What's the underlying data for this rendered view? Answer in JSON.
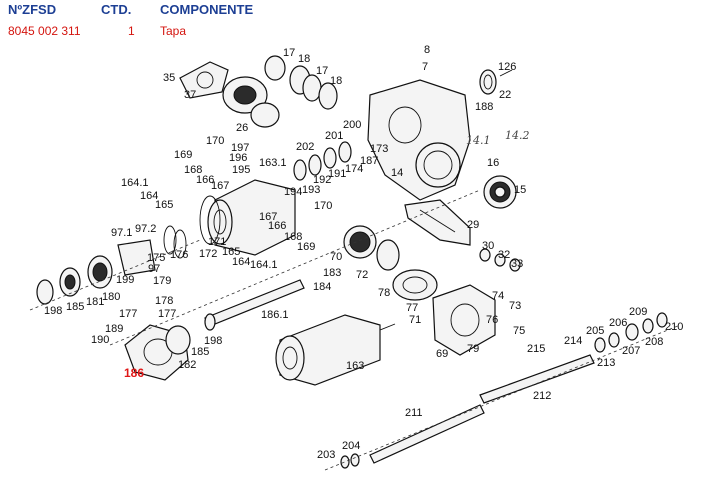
{
  "table": {
    "headers": [
      "NºZFSD",
      "CTD.",
      "COMPONENTE"
    ],
    "row": {
      "part_number": "8045 002 311",
      "qty": "1",
      "component": "Tapa"
    }
  },
  "diagram": {
    "highlight_label": "186",
    "labels": [
      "8",
      "7",
      "126",
      "22",
      "188",
      "17",
      "18",
      "17",
      "18",
      "35",
      "37",
      "26",
      "200",
      "201",
      "202",
      "173",
      "187",
      "174",
      "191",
      "192",
      "193",
      "194",
      "14",
      "14.1",
      "14.2",
      "16",
      "15",
      "170",
      "197",
      "196",
      "195",
      "169",
      "168",
      "166",
      "167",
      "163.1",
      "164.1",
      "164",
      "165",
      "170",
      "167",
      "166",
      "168",
      "169",
      "171",
      "172",
      "165",
      "164",
      "164.1",
      "97.1",
      "97.2",
      "175",
      "176",
      "198",
      "185",
      "181",
      "180",
      "199",
      "97",
      "179",
      "178",
      "177",
      "177",
      "189",
      "190",
      "182",
      "185",
      "198",
      "186.1",
      "183",
      "184",
      "70",
      "72",
      "78",
      "77",
      "71",
      "29",
      "30",
      "32",
      "33",
      "74",
      "73",
      "76",
      "75",
      "79",
      "69",
      "163",
      "215",
      "214",
      "205",
      "206",
      "209",
      "210",
      "207",
      "208",
      "213",
      "212",
      "211",
      "203",
      "204"
    ]
  }
}
